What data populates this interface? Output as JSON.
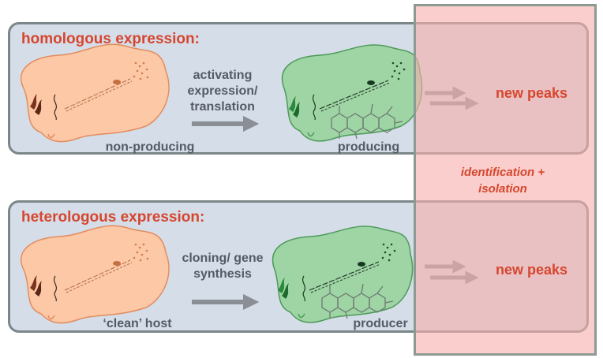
{
  "panels": {
    "top": {
      "title": "homologous expression:",
      "step_label": "activating expression/ translation",
      "start_label": "non-producing",
      "end_label": "producing",
      "result_label": "new peaks"
    },
    "bottom": {
      "title": "heterologous expression:",
      "step_label": "cloning/ gene synthesis",
      "start_label": "‘clean’ host",
      "end_label": "producer",
      "result_label": "new peaks"
    }
  },
  "identification": {
    "line1": "identification +",
    "line2": "isolation"
  },
  "colors": {
    "accent": "#d6462f",
    "panel_bg": "#d5dde8",
    "panel_border": "#7b8789",
    "cell_orange": "#fcc8a5",
    "cell_green": "#9fd4a5",
    "overlay": "#f5b0ac",
    "arrow": "#8a8f96",
    "label_text": "#545b66"
  }
}
